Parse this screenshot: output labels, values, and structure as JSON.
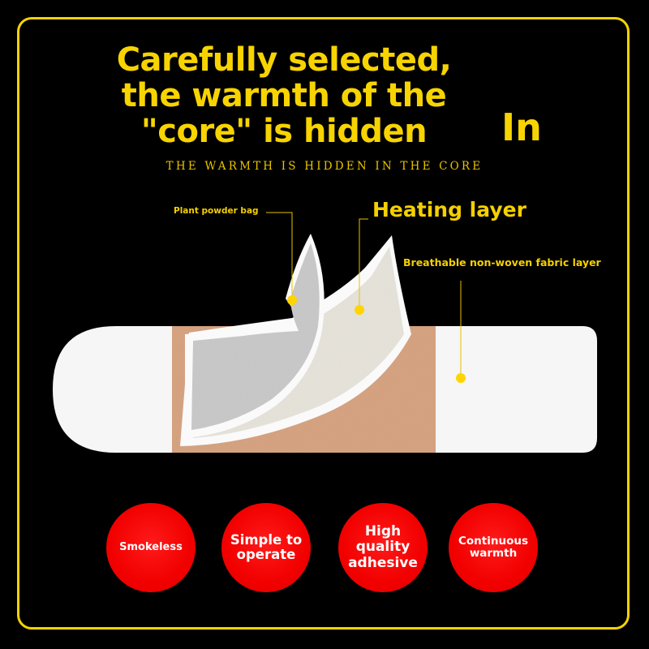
{
  "headline": {
    "lines": [
      "Carefully selected,",
      "the warmth of the",
      "\"core\" is hidden"
    ],
    "trailing_word": "In",
    "subtitle": "THE WARMTH IS HIDDEN IN THE CORE"
  },
  "diagram": {
    "labels": {
      "plant_powder_bag": "Plant powder bag",
      "heating_layer": "Heating layer",
      "breathable_layer": "Breathable non-woven fabric layer"
    }
  },
  "features": [
    {
      "label": "Smokeless"
    },
    {
      "label": "Simple to operate"
    },
    {
      "label": "High quality adhesive"
    },
    {
      "label": "Continuous warmth"
    }
  ],
  "colors": {
    "accent_yellow": "#f5d300",
    "feature_red": "#f20000",
    "background": "#000000",
    "pad_tan": "#d5a07c"
  }
}
